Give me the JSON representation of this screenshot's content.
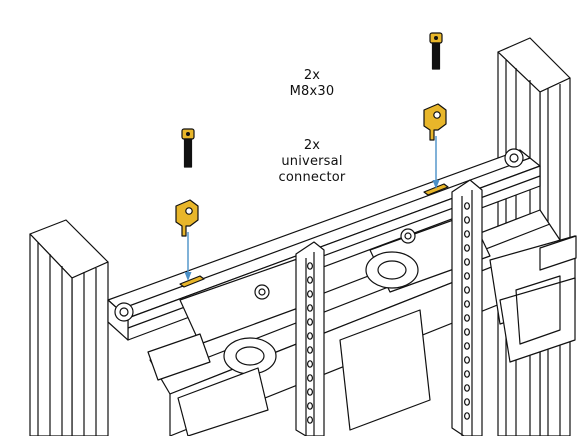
{
  "labels": {
    "bolts": {
      "qty": "2x",
      "name": "M8x30"
    },
    "connectors": {
      "qty": "2x",
      "line1": "universal",
      "line2": "connector"
    }
  },
  "colors": {
    "outline": "#111111",
    "connector": "#e8b62a",
    "arrow": "#4a90c8",
    "background": "#ffffff",
    "metal": "#ffffff"
  },
  "icons": [
    "bolt-icon",
    "universal-connector-icon",
    "down-arrow-icon"
  ]
}
